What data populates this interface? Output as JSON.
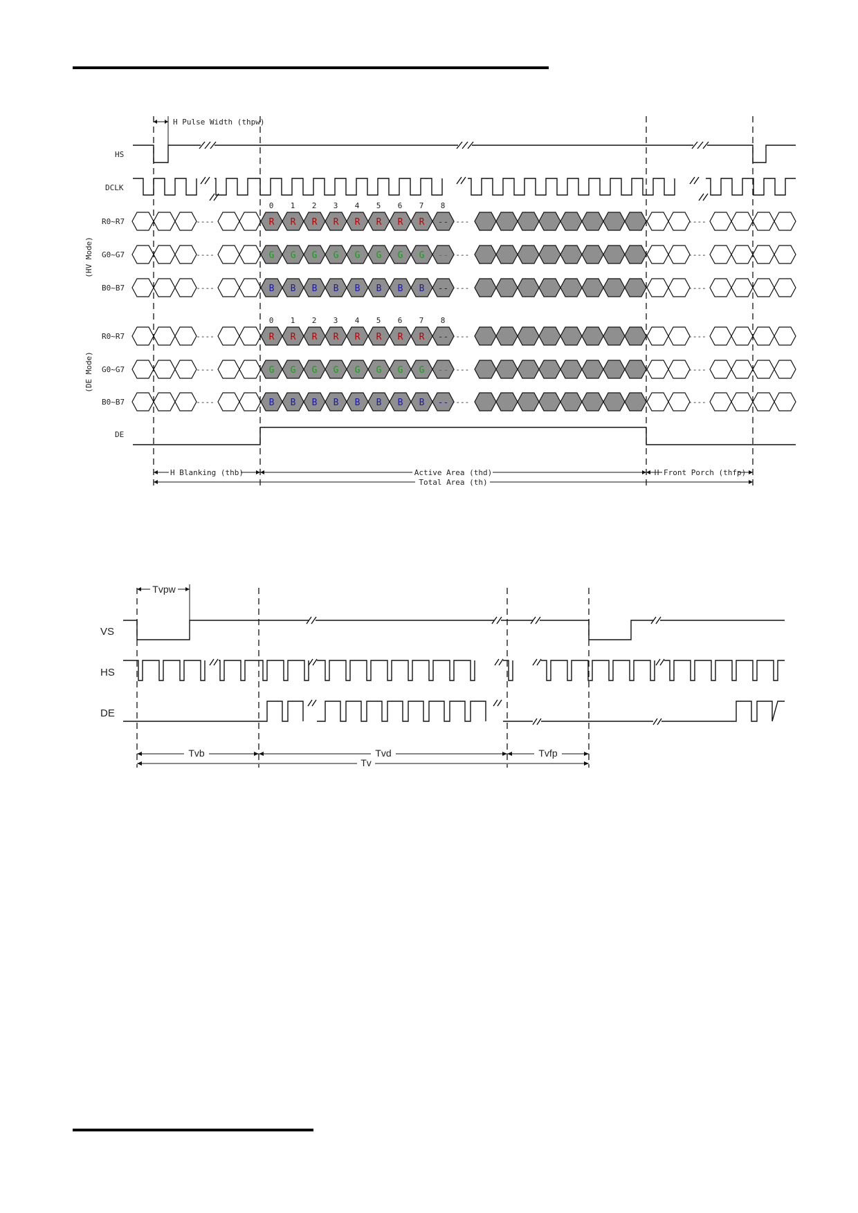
{
  "colors": {
    "red_data": "#c00000",
    "green_data": "#16a016",
    "blue_data": "#1a1ab0",
    "filled_cell": "#8f8f8f"
  },
  "horizontal": {
    "hs_label": "HS",
    "dclk_label": "DCLK",
    "hv_mode_label": "(HV Mode)",
    "de_mode_label": "(DE Mode)",
    "r_label": "R0~R7",
    "g_label": "G0~G7",
    "b_label": "B0~B7",
    "de_label": "DE",
    "pulse_width": "H Pulse Width (thpw)",
    "blanking": "H Blanking (thb)",
    "active": "Active Area (thd)",
    "front_porch": "H Front Porch (thfp)",
    "total": "Total Area (th)",
    "pixel_indices": [
      "0",
      "1",
      "2",
      "3",
      "4",
      "5",
      "6",
      "7",
      "8"
    ],
    "r_letter": "R",
    "g_letter": "G",
    "b_letter": "B",
    "end_mark": "--",
    "ellipsis": "----"
  },
  "vertical": {
    "vs_label": "VS",
    "hs_label": "HS",
    "de_label": "DE",
    "pulse_width": "Tvpw",
    "blanking": "Tvb",
    "active": "Tvd",
    "front_porch": "Tvfp",
    "total": "Tv"
  }
}
